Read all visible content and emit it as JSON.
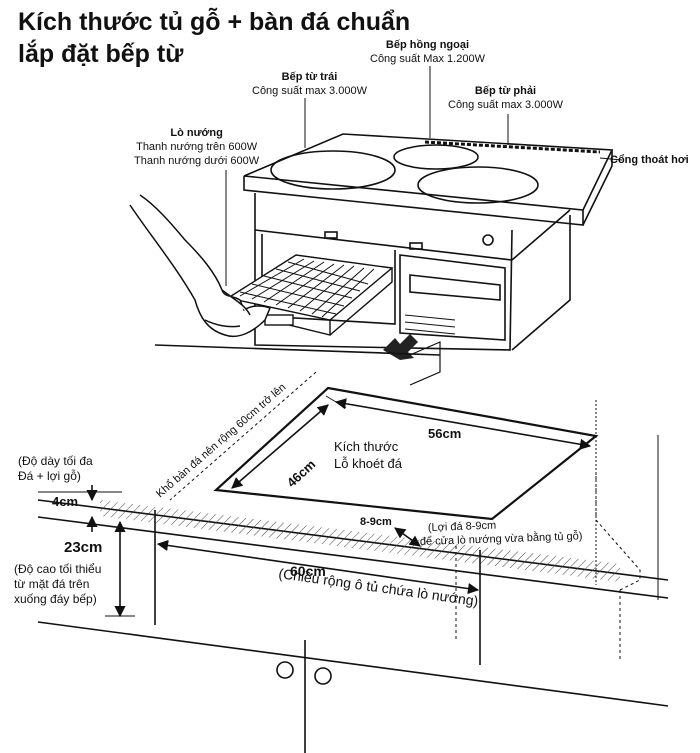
{
  "title": {
    "line1": "Kích thước tủ gỗ + bàn đá chuẩn",
    "line2": "lắp đặt bếp từ"
  },
  "components": {
    "infrared_hob": {
      "name": "Bếp hồng ngoại",
      "power": "Công suất Max 1.200W"
    },
    "left_hob": {
      "name": "Bếp từ trái",
      "power": "Công suất max 3.000W"
    },
    "right_hob": {
      "name": "Bếp từ phải",
      "power": "Công suất max 3.000W"
    },
    "oven": {
      "name": "Lò nướng",
      "top_heater": "Thanh nướng trên 600W",
      "bottom_heater": "Thanh nướng dưới 600W"
    },
    "vent": {
      "name": "Cổng thoát hơi"
    }
  },
  "dimensions": {
    "stone_width_note": "Khổ bàn đá nên rộng 60cm trở lên",
    "cutout_label_1": "Kích thước",
    "cutout_label_2": "Lỗ khoét đá",
    "cutout_width": "56cm",
    "cutout_depth": "46cm",
    "edge_gap": "8-9cm",
    "edge_note_1": "(Lợi đá 8-9cm",
    "edge_note_2": "để cửa lò nướng vừa bằng tủ gỗ)",
    "thickness_note_1": "(Độ dày tối đa",
    "thickness_note_2": "Đá + lợi gỗ)",
    "thickness": "4cm",
    "height": "23cm",
    "height_note_1": "(Độ cao tối thiểu",
    "height_note_2": "từ mặt đá trên",
    "height_note_3": "xuống đáy bếp)",
    "cabinet_width": "60cm",
    "cabinet_note": "(Chiều rộng ô tủ chứa lò nướng)"
  }
}
